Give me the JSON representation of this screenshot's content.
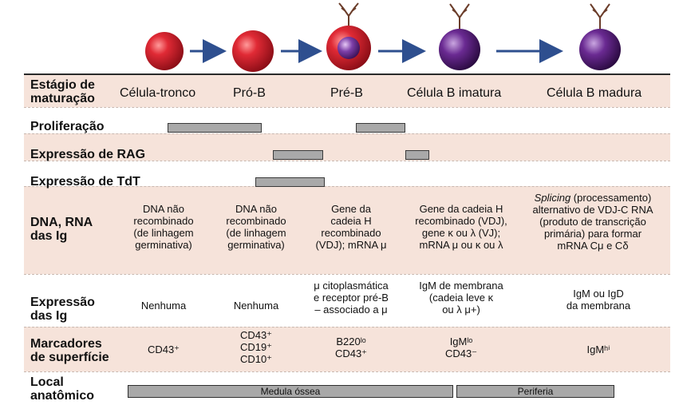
{
  "stages": {
    "label_line1": "Estágio de",
    "label_line2": "maturação",
    "items": [
      "Célula-tronco",
      "Pró-B",
      "Pré-B",
      "Célula B imatura",
      "Célula B madura"
    ]
  },
  "rows": {
    "proliferacao": "Proliferação",
    "rag": "Expressão de RAG",
    "tdt": "Expressão de TdT",
    "dna_line1": "DNA, RNA",
    "dna_line2": "das Ig",
    "expr_line1": "Expressão",
    "expr_line2": "das Ig",
    "markers_line1": "Marcadores",
    "markers_line2": "de superfície",
    "local_line1": "Local",
    "local_line2": "anatômico"
  },
  "dna": {
    "c1": [
      "DNA não",
      "recombinado",
      "(de linhagem",
      "germinativa)"
    ],
    "c2": [
      "DNA não",
      "recombinado",
      "(de linhagem",
      "germinativa)"
    ],
    "c3": [
      "Gene da",
      "cadeia H",
      "recombinado",
      "(VDJ); mRNA μ"
    ],
    "c4": [
      "Gene da cadeia H",
      "recombinado (VDJ),",
      "gene κ ou λ (VJ);",
      "mRNA μ ou κ ou λ"
    ],
    "c5_italic": "Splicing",
    "c5": [
      " (processamento)",
      "alternativo de VDJ-C RNA",
      "(produto de transcrição",
      "primária) para formar",
      "mRNA Cμ e Cδ"
    ]
  },
  "expression": {
    "c1": "Nenhuma",
    "c2": "Nenhuma",
    "c3": [
      "μ citoplasmática",
      "e receptor pré-B",
      "– associado a μ"
    ],
    "c4": [
      "IgM de membrana",
      "(cadeia leve κ",
      "ou λ μ+)"
    ],
    "c5": [
      "IgM ou IgD",
      "da membrana"
    ]
  },
  "markers": {
    "c1": "CD43⁺",
    "c2": [
      "CD43⁺",
      "CD19⁺",
      "CD10⁺"
    ],
    "c3": [
      "B220ˡᵒ",
      "CD43⁺"
    ],
    "c4": [
      "IgMˡᵒ",
      "CD43⁻"
    ],
    "c5": "IgMʰⁱ"
  },
  "location": {
    "bone_marrow": "Medula óssea",
    "periphery": "Periferia"
  },
  "colors": {
    "pink_row": "#f6e3da",
    "red_cell": "#d11a2a",
    "purple_cell": "#5b1f7a",
    "arrow": "#2e4f8f",
    "bar": "#a9a9a9"
  }
}
